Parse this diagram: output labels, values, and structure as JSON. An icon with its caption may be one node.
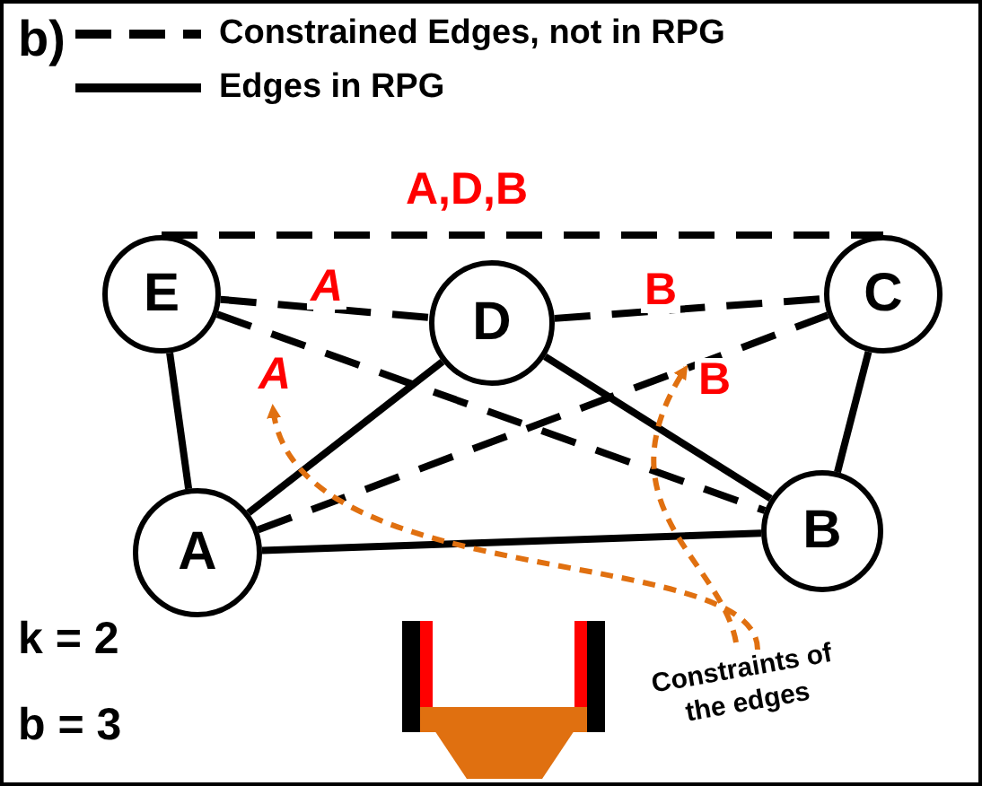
{
  "diagram": {
    "nodes": [
      {
        "text": [
          "E"
        ]
      },
      {
        "text": [
          "D"
        ]
      },
      {
        "text": [
          "C"
        ]
      },
      {
        "text": [
          "A"
        ]
      },
      {
        "text": [
          "B"
        ]
      },
      {
        "text": [
          "Constraints of the edges"
        ]
      }
    ],
    "edges": [
      {
        "from": 0,
        "to": 2,
        "arrow": "none",
        "style": "dashed",
        "label": "A,D,B"
      },
      {
        "from": 0,
        "to": 1,
        "arrow": "none",
        "style": "dashed",
        "label": "A"
      },
      {
        "from": 1,
        "to": 2,
        "arrow": "none",
        "style": "dashed",
        "label": "B"
      },
      {
        "from": 0,
        "to": 3,
        "arrow": "none"
      },
      {
        "from": 0,
        "to": 4,
        "arrow": "none",
        "style": "dashed",
        "label": "A"
      },
      {
        "from": 3,
        "to": 2,
        "arrow": "none",
        "style": "dashed",
        "label": "B"
      },
      {
        "from": 1,
        "to": 3,
        "arrow": "none"
      },
      {
        "from": 1,
        "to": 4,
        "arrow": "none"
      },
      {
        "from": 2,
        "to": 4,
        "arrow": "none"
      },
      {
        "from": 3,
        "to": 4,
        "arrow": "none"
      },
      {
        "from": 5,
        "to": null,
        "arrow": "to",
        "style": "dashed",
        "color": "#e07010"
      },
      {
        "from": 5,
        "to": null,
        "arrow": "to",
        "style": "dashed",
        "color": "#e07010"
      }
    ],
    "labels": [
      "b)",
      "k = 2",
      "b = 3"
    ],
    "legend": [
      {
        "text": "Constrained Edges, not in RPG"
      },
      {
        "text": "Edges in RPG"
      }
    ]
  }
}
